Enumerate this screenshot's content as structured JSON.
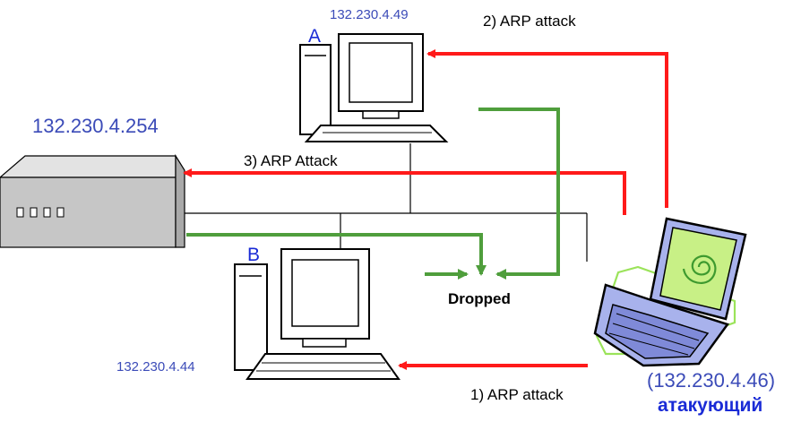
{
  "router": {
    "ip": "132.230.4.254"
  },
  "host_a": {
    "letter": "A",
    "ip": "132.230.4.49"
  },
  "host_b": {
    "letter": "B",
    "ip": "132.230.4.44"
  },
  "attacker": {
    "ip": "(132.230.4.46)",
    "role": "атакующий"
  },
  "arrows": {
    "attack_1": "1) ARP attack",
    "attack_2": "2) ARP attack",
    "attack_3": "3) ARP Attack"
  },
  "dropped_label": "Dropped",
  "colors": {
    "attack_arrow": "#ff1a1a",
    "dropped_arrow": "#4f9e3c",
    "ip_label": "#3b4bb8",
    "host_letter": "#1a2bd6"
  }
}
